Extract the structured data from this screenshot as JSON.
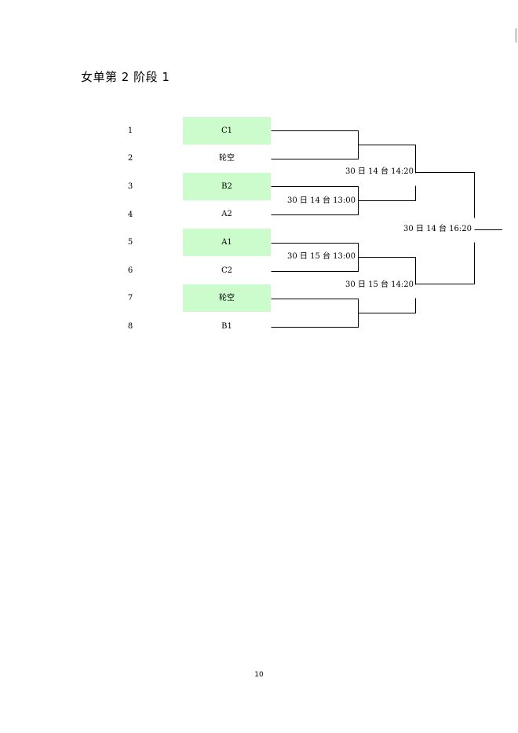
{
  "title": "女单第 2 阶段 1",
  "page_number": "10",
  "seeds": [
    "1",
    "2",
    "3",
    "4",
    "5",
    "6",
    "7",
    "8"
  ],
  "players": [
    {
      "name": "C1",
      "highlight": true
    },
    {
      "name": "轮空",
      "highlight": false
    },
    {
      "name": "B2",
      "highlight": true
    },
    {
      "name": "A2",
      "highlight": false
    },
    {
      "name": "A1",
      "highlight": true
    },
    {
      "name": "C2",
      "highlight": false
    },
    {
      "name": "轮空",
      "highlight": true
    },
    {
      "name": "B1",
      "highlight": false
    }
  ],
  "matches": {
    "r1_m2": "30 日 14 台  13:00",
    "r1_m3": "30 日 15 台  13:00",
    "r2_m1": "30 日 14 台  14:20",
    "r2_m2": "30 日 15 台  14:20",
    "final": "30 日 14 台  16:20"
  },
  "colors": {
    "highlight": "#ccfccc",
    "line": "#000000"
  }
}
